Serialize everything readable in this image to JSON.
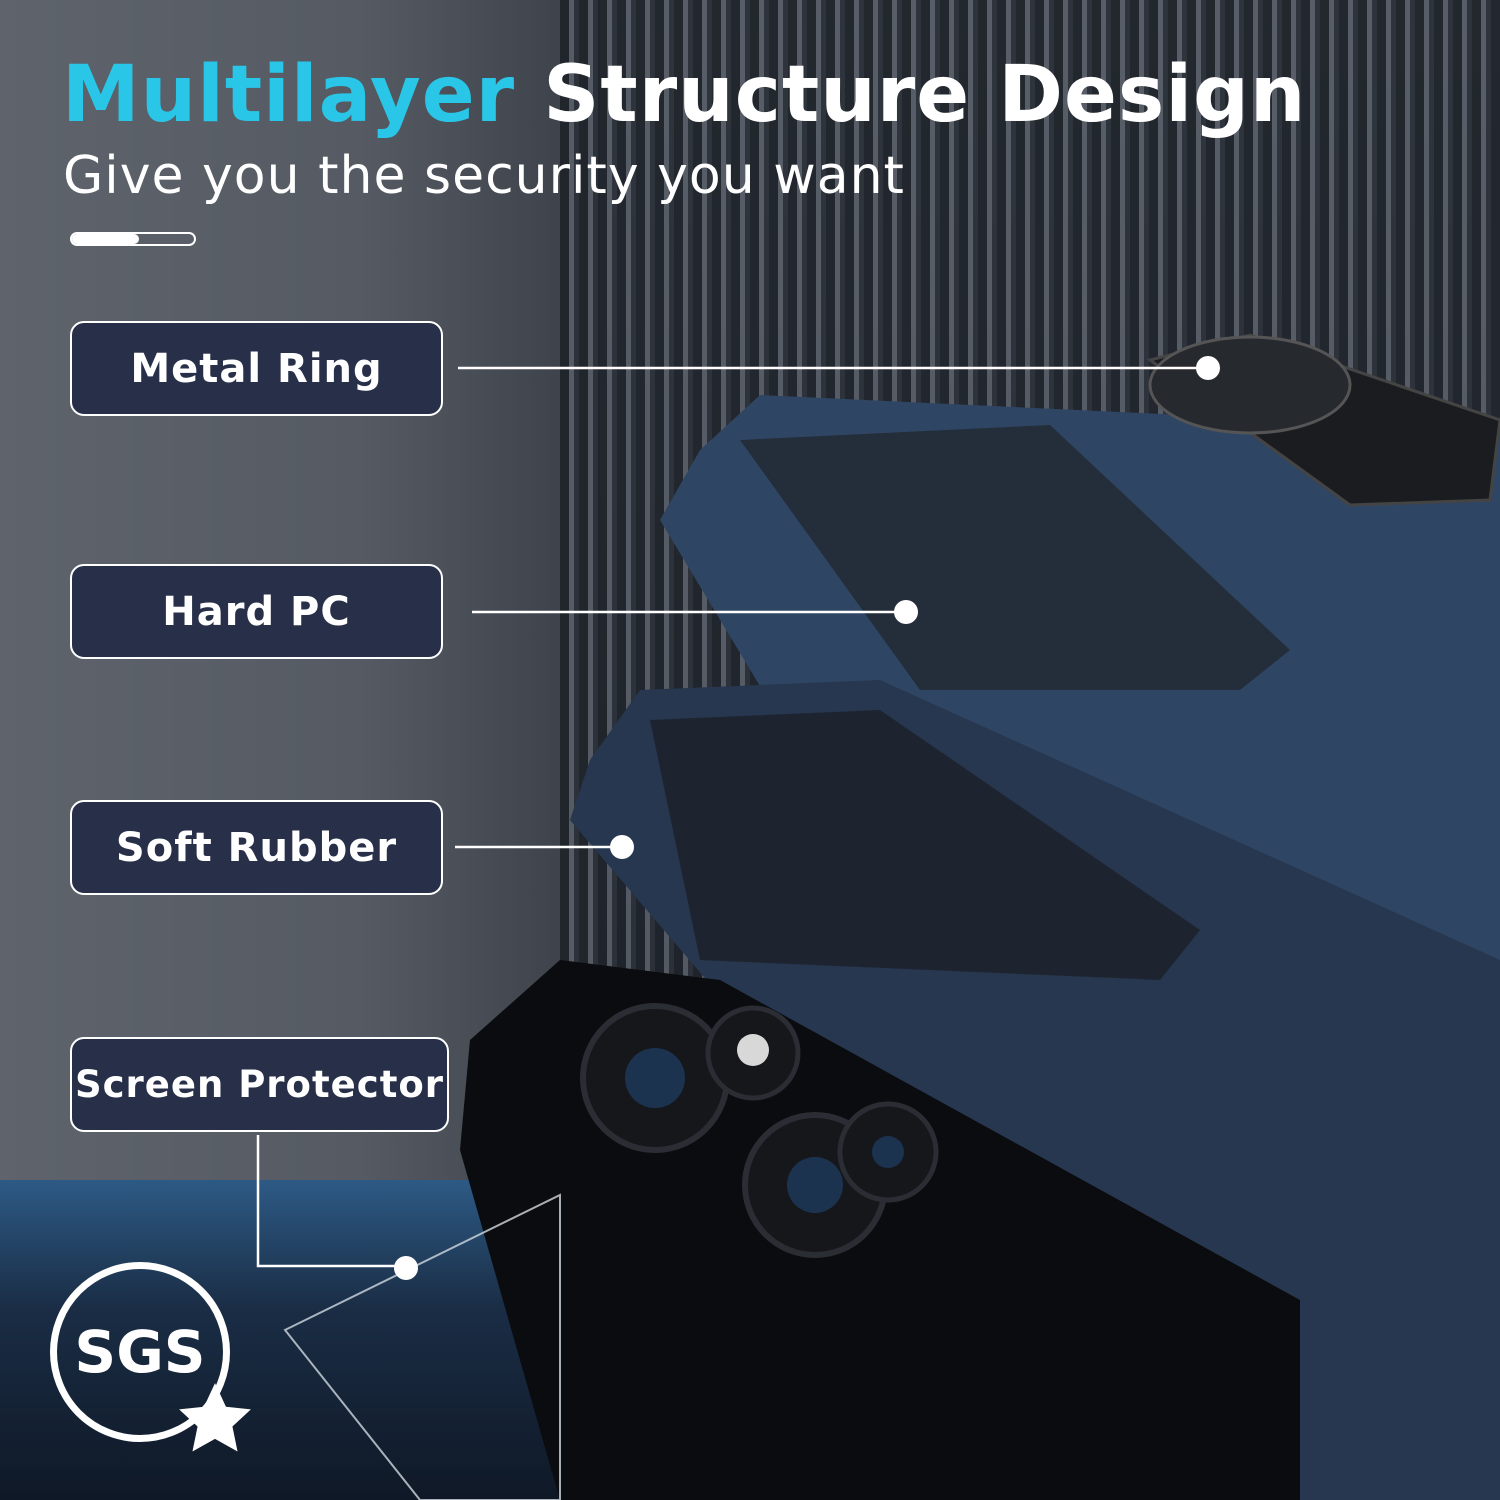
{
  "header": {
    "title_highlight": "Multilayer",
    "title_rest": "Structure Design",
    "subtitle": "Give you the security you want",
    "progress_fraction": 0.55
  },
  "layers": [
    {
      "label": "Metal Ring"
    },
    {
      "label": "Hard PC"
    },
    {
      "label": "Soft Rubber"
    },
    {
      "label": "Screen Protector"
    }
  ],
  "badge": {
    "text": "SGS",
    "icon": "star-icon"
  },
  "colors": {
    "accent": "#2ac6e8",
    "label_bg": "#283049",
    "case": "#2c4160"
  }
}
